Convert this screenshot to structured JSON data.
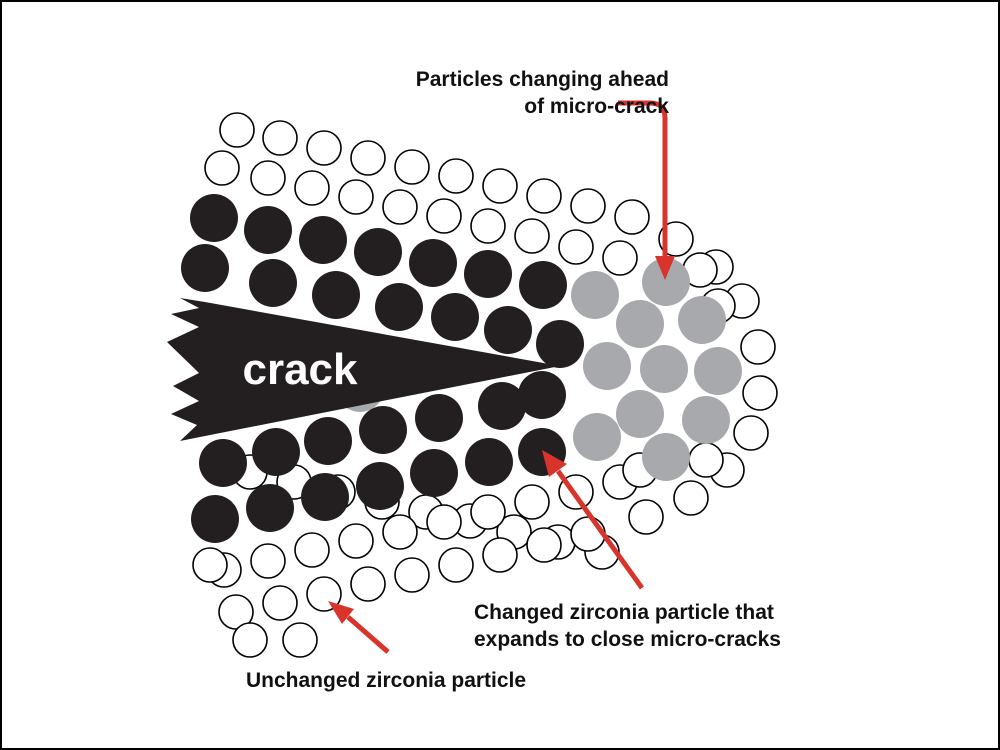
{
  "diagram": {
    "crack_label": "crack",
    "labels": {
      "particles_ahead": [
        "Particles changing ahead",
        "of micro-crack"
      ],
      "changed_particle": [
        "Changed zirconia particle that",
        "expands to close micro-cracks"
      ],
      "unchanged_particle": [
        "Unchanged zirconia particle"
      ]
    },
    "colors": {
      "changed": "#231f20",
      "changing": "#a7a9ac",
      "unchanged_fill": "#ffffff",
      "outline": "#000000",
      "arrow": "#d9342b",
      "frame": "#000000"
    },
    "particle_counts": {
      "changed": 30,
      "changing": 12,
      "unchanged": 66
    }
  }
}
